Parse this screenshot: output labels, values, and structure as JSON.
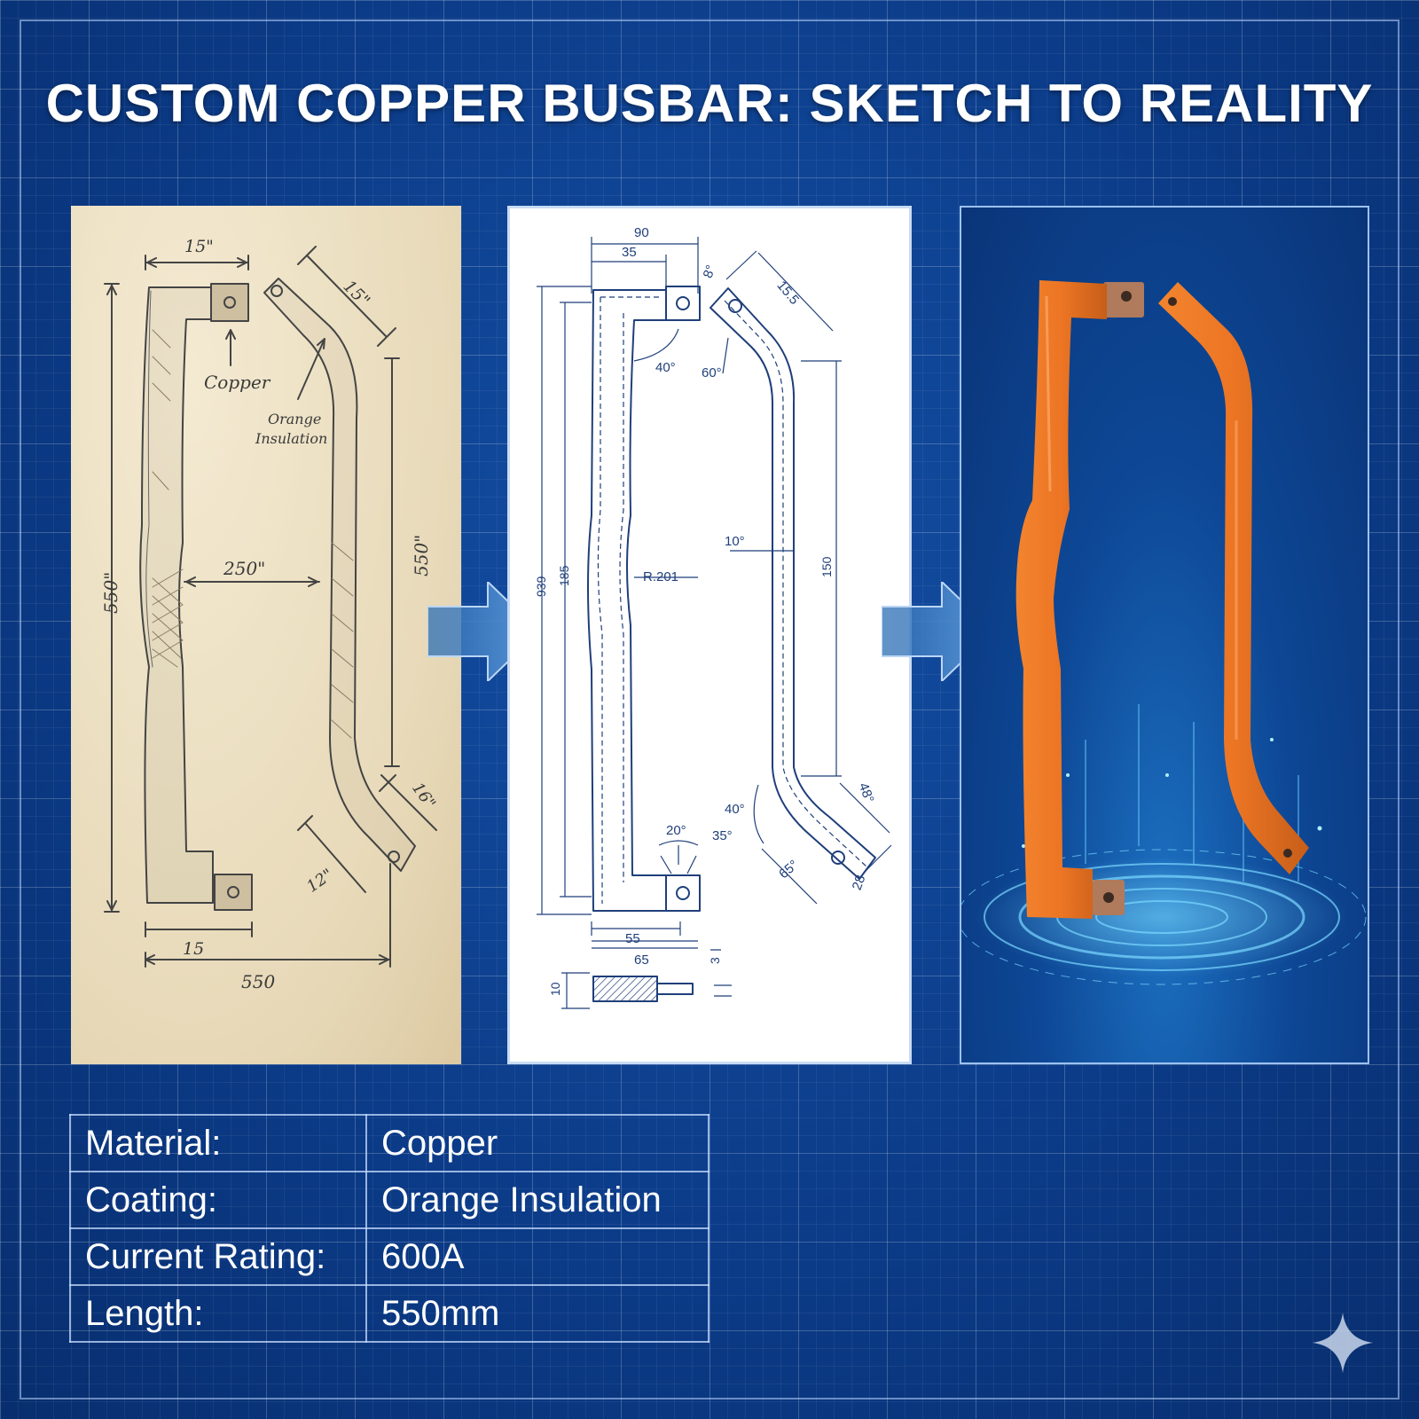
{
  "title": "CUSTOM COPPER BUSBAR: SKETCH TO REALITY",
  "sketch": {
    "dim_top": "15\"",
    "dim_top_right": "15\"",
    "label_copper": "Copper",
    "label_insulation_1": "Orange",
    "label_insulation_2": "Insulation",
    "dim_left": "550\"",
    "dim_mid": "250\"",
    "dim_right": "550\"",
    "dim_low_right": "16\"",
    "dim_diag": "12\"",
    "dim_bottom_tab": "15",
    "dim_bottom": "550"
  },
  "cad": {
    "d90": "90",
    "d35": "35",
    "d8": "8°",
    "d155": "15.5",
    "a40": "40°",
    "a60": "60°",
    "a10": "10°",
    "r201": "R.201",
    "d939": "939",
    "d185": "185",
    "d150": "150",
    "a40b": "40°",
    "d48": "48°",
    "a20": "20°",
    "a35": "35°",
    "a65": "65°",
    "d28": "28",
    "d55": "55",
    "d65": "65",
    "d3": "3",
    "d10": "10"
  },
  "specs": [
    {
      "label": "Material:",
      "value": "Copper"
    },
    {
      "label": "Coating:",
      "value": "Orange Insulation"
    },
    {
      "label": "Current Rating:",
      "value": "600A"
    },
    {
      "label": "Length:",
      "value": "550mm"
    }
  ],
  "colors": {
    "background": "#0d3f8f",
    "insulation": "#ef7a26",
    "copper": "#b07a5c",
    "cad_line": "#1f3f7a"
  }
}
